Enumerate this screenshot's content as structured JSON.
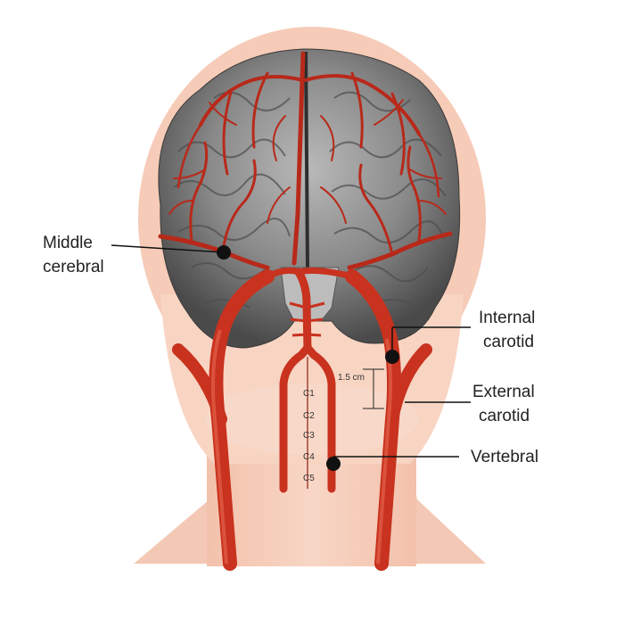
{
  "labels": {
    "middle_cerebral": [
      "Middle",
      "cerebral"
    ],
    "internal_carotid": [
      "Internal",
      "carotid"
    ],
    "external_carotid": [
      "External",
      "carotid"
    ],
    "vertebral": "Vertebral",
    "measurement": "1.5 cm",
    "vertebrae": [
      "C1",
      "C2",
      "C3",
      "C4",
      "C5"
    ]
  },
  "colors": {
    "skin": "#f6cbb7",
    "skin_light": "#f9dccd",
    "artery": "#c8321e",
    "artery_dark": "#8c1d10",
    "brain": "#6e6e6e",
    "brain_light": "#a8a8a8",
    "pointer": "#111111"
  }
}
